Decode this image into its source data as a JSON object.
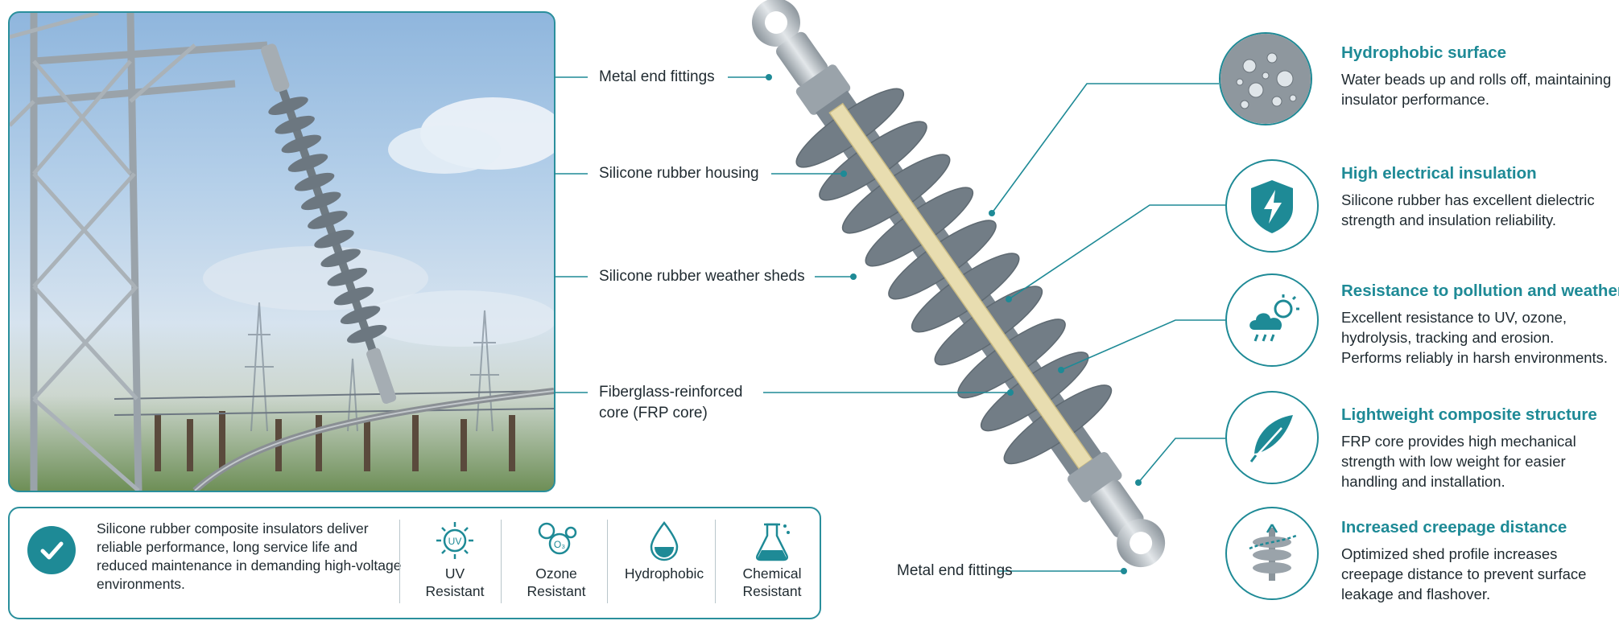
{
  "callouts": {
    "end_fittings_top": "Metal end fittings",
    "housing": "Silicone rubber housing",
    "sheds": "Silicone rubber weather sheds",
    "core_line1": "Fiberglass-reinforced",
    "core_line2": "core (FRP core)",
    "end_fittings_bottom": "Metal end fittings"
  },
  "summary": "Silicone rubber composite insulators deliver reliable performance, long service life and reduced maintenance in demanding high-voltage environments.",
  "properties": [
    {
      "line1": "UV",
      "line2": "Resistant",
      "icon": "uv-sun-icon"
    },
    {
      "line1": "Ozone",
      "line2": "Resistant",
      "icon": "ozone-molecule-icon"
    },
    {
      "line1": "Hydrophobic",
      "line2": "",
      "icon": "water-drop-icon"
    },
    {
      "line1": "Chemical",
      "line2": "Resistant",
      "icon": "chemical-flask-icon"
    }
  ],
  "features": [
    {
      "title": "Hydrophobic surface",
      "desc": "Water beads up and rolls off, maintaining insulator performance.",
      "icon": "water-beads-icon"
    },
    {
      "title": "High electrical insulation",
      "desc": "Silicone rubber has excellent dielectric strength and insulation reliability.",
      "icon": "shield-lightning-icon"
    },
    {
      "title": "Resistance to pollution and weather",
      "desc": "Excellent resistance to UV, ozone, hydrolysis, tracking and erosion. Performs reliably in harsh environments.",
      "icon": "cloud-rain-sun-icon"
    },
    {
      "title": "Lightweight composite structure",
      "desc": "FRP core provides high mechanical strength with low weight for easier handling and installation.",
      "icon": "feather-icon"
    },
    {
      "title": "Increased creepage distance",
      "desc": "Optimized shed profile increases creepage distance to prevent surface leakage and flashover.",
      "icon": "creepage-shed-icon"
    }
  ],
  "colors": {
    "accent": "#1e8a96",
    "rubber": "#7c8790",
    "core": "#e8ddb0"
  }
}
